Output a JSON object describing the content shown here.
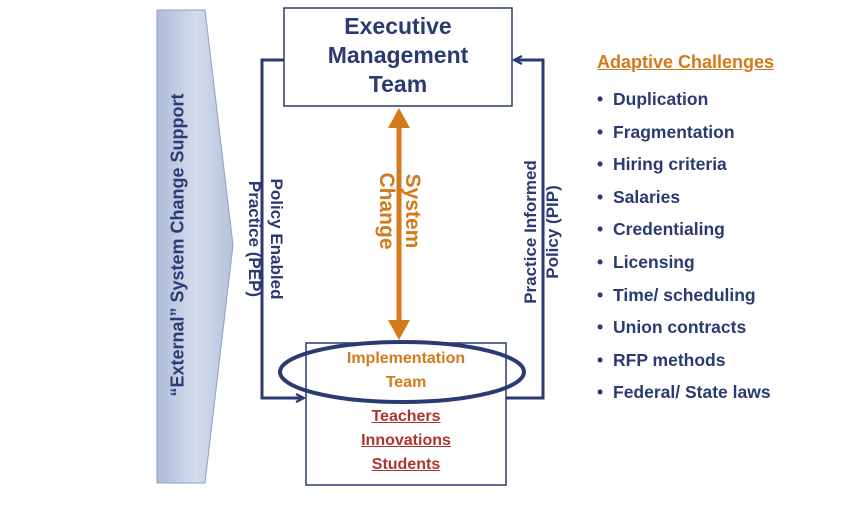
{
  "executive_team": {
    "line1": "Executive",
    "line2": "Management",
    "line3": "Team"
  },
  "implementation_team": {
    "line1": "Implementation",
    "line2": "Team",
    "members": [
      "Teachers",
      "Innovations",
      "Students"
    ]
  },
  "external_support": "“External” System Change Support",
  "pep": {
    "line1": "Policy Enabled",
    "line2": "Practice (PEP)"
  },
  "pip": {
    "line1": "Practice Informed",
    "line2": "Policy (PIP)"
  },
  "system_change": {
    "line1": "System",
    "line2": "Change"
  },
  "adaptive_challenges": {
    "title": "Adaptive Challenges",
    "bullet": "•",
    "items": [
      "Duplication",
      "Fragmentation",
      "Hiring criteria",
      "Salaries",
      "Credentialing",
      "Licensing",
      "Time/ scheduling",
      "Union contracts",
      "RFP methods",
      "Federal/ State laws"
    ]
  },
  "colors": {
    "navy": "#2b3a72",
    "orange": "#d37a1c",
    "red": "#b2332d",
    "arrow_fill": "#c7d2e6"
  }
}
